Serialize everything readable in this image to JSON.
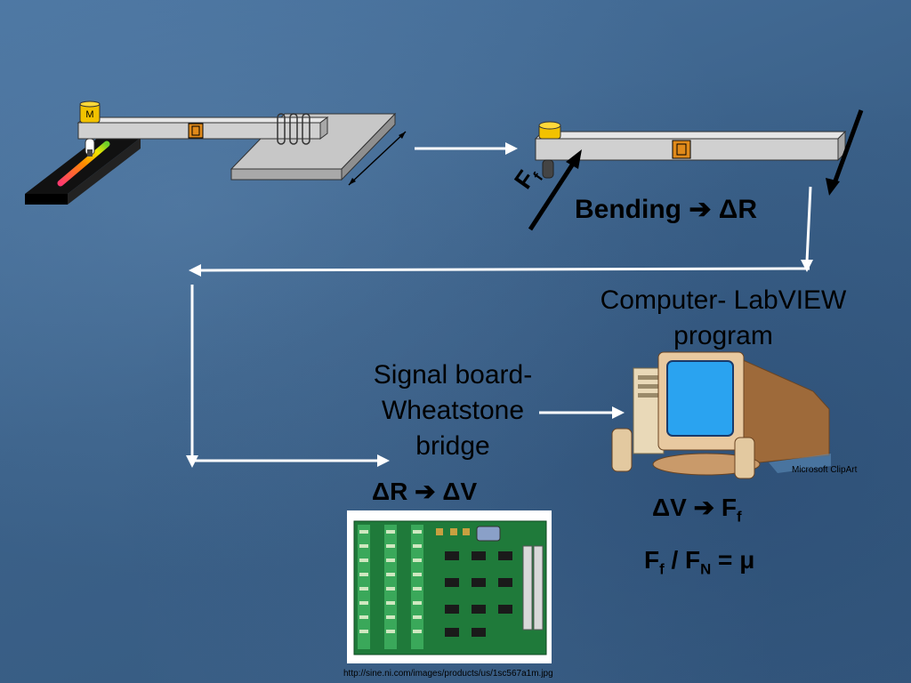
{
  "motor_label": "M",
  "friction_label": {
    "main": "F",
    "sub": "f"
  },
  "bending_label": "Bending ➔ ΔR",
  "computer_label": "Computer- LabVIEW program",
  "signal_board_label": "Signal board- Wheatstone bridge",
  "eq_r_to_v": "ΔR ➔ ΔV",
  "eq_v_to_f": {
    "prefix": "ΔV ➔ F",
    "sub": "f"
  },
  "eq_mu": {
    "f1": "F",
    "s1": "f",
    "mid": " / F",
    "s2": "N",
    "end": " = μ"
  },
  "clipart_credit": "Microsoft ClipArt",
  "image_url": "http://sine.ni.com/images/products/us/1sc567a1m.jpg",
  "colors": {
    "background": "#3f6790",
    "arrow": "#ffffff",
    "force_arrow": "#000000",
    "beam": "#d0d0d0",
    "sensor": "#e08a1a",
    "motor": "#f2c200",
    "board": "#1f7a3a"
  }
}
